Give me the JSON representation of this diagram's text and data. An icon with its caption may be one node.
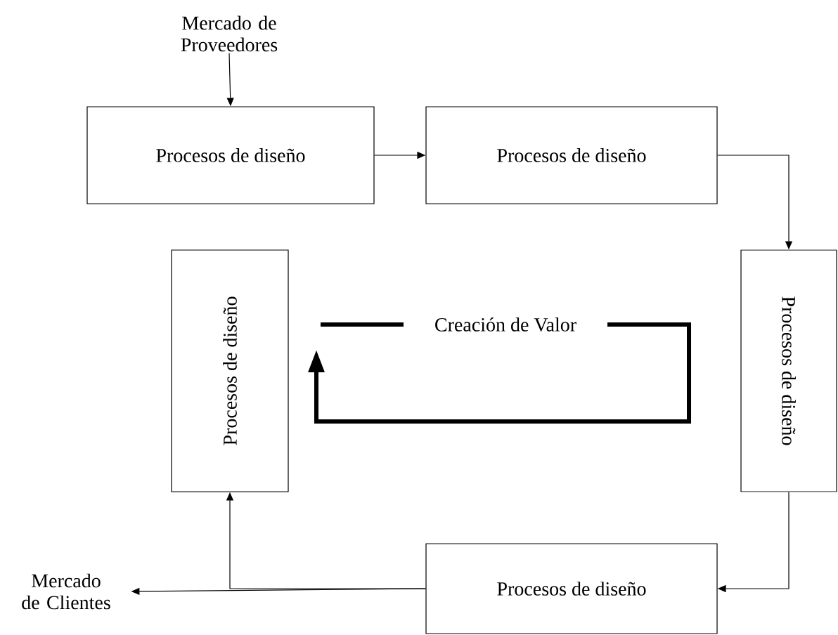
{
  "diagram": {
    "nodes": [
      {
        "text": [
          "Mercado de Proveedores"
        ]
      },
      {
        "text": [
          "Procesos de diseño"
        ]
      },
      {
        "text": [
          "Procesos de diseño"
        ]
      },
      {
        "text": [
          "Procesos de diseño"
        ]
      },
      {
        "text": [
          "Procesos de diseño"
        ]
      },
      {
        "text": [
          "Mercado de Clientes"
        ]
      },
      {
        "text": [
          "Procesos de diseño"
        ]
      }
    ],
    "edges": [
      {
        "from": 0,
        "to": 1,
        "arrow": "to"
      },
      {
        "from": 1,
        "to": 2,
        "arrow": "to"
      },
      {
        "from": 2,
        "to": 4,
        "arrow": "to"
      },
      {
        "from": 4,
        "to": 6,
        "arrow": "to"
      },
      {
        "from": 6,
        "to": 3,
        "arrow": "to"
      },
      {
        "from": 6,
        "to": 5,
        "arrow": "to"
      }
    ],
    "labels": [
      "Creación de Valor"
    ]
  }
}
